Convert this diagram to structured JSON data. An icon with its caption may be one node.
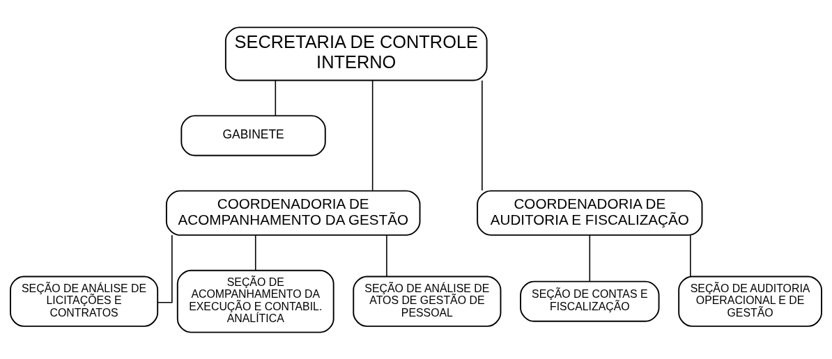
{
  "diagram": {
    "nodes": [
      {
        "text": [
          "SECRETARIA DE CONTROLE INTERNO"
        ]
      },
      {
        "text": [
          "GABINETE"
        ]
      },
      {
        "text": [
          "COORDENADORIA DE ACOMPANHAMENTO DA GESTÃO"
        ]
      },
      {
        "text": [
          "COORDENADORIA DE AUDITORIA E FISCALIZAÇÃO"
        ]
      },
      {
        "text": [
          "SEÇÃO DE ANÁLISE DE LICITAÇÕES E CONTRATOS"
        ]
      },
      {
        "text": [
          "SEÇÃO DE ACOMPANHAMENTO DA EXECUÇÃO E CONTABIL. ANALÍTICA"
        ]
      },
      {
        "text": [
          "SEÇÃO DE ANÁLISE DE ATOS DE GESTÃO DE PESSOAL"
        ]
      },
      {
        "text": [
          "SEÇÃO DE CONTAS E FISCALIZAÇÃO"
        ]
      },
      {
        "text": [
          "SEÇÃO DE AUDITORIA OPERACIONAL E DE GESTÃO"
        ]
      }
    ],
    "edges": [
      {
        "from": 0,
        "to": 1,
        "arrow": "none"
      },
      {
        "from": 0,
        "to": 2,
        "arrow": "none"
      },
      {
        "from": 0,
        "to": 3,
        "arrow": "none"
      },
      {
        "from": 2,
        "to": 4,
        "arrow": "none"
      },
      {
        "from": 2,
        "to": 5,
        "arrow": "none"
      },
      {
        "from": 2,
        "to": 6,
        "arrow": "none"
      },
      {
        "from": 3,
        "to": 7,
        "arrow": "none"
      },
      {
        "from": 3,
        "to": 8,
        "arrow": "none"
      }
    ]
  }
}
